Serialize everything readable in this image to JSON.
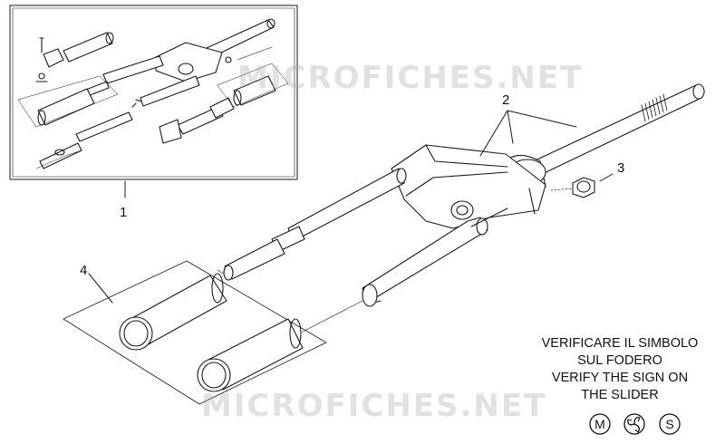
{
  "watermark": "MICROFICHES.NET",
  "callouts": {
    "c1": "1",
    "c2": "2",
    "c3": "3",
    "c4": "4"
  },
  "note": {
    "line1": "VERIFICARE IL SIMBOLO",
    "line2": "SUL FODERO",
    "line3": "VERIFY THE SIGN ON",
    "line4": "THE SLIDER"
  },
  "symbols": {
    "m": "M",
    "s": "S"
  },
  "colors": {
    "line": "#1a1a1a",
    "watermark": "#bbbbbb"
  }
}
